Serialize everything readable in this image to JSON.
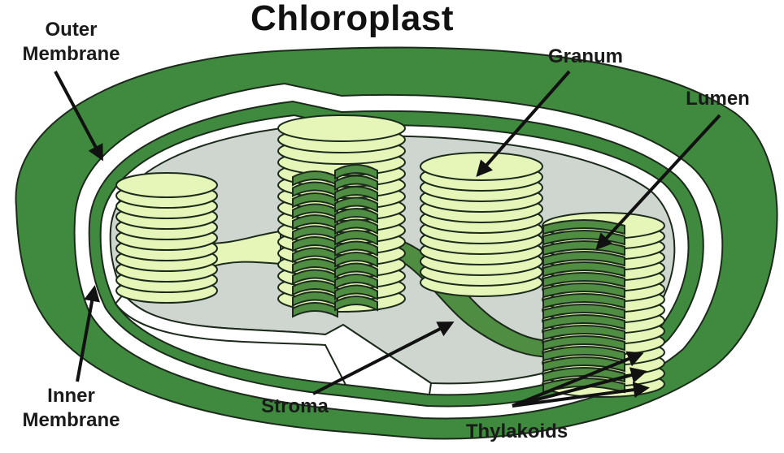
{
  "title": "Chloroplast",
  "labels": {
    "outer_membrane": "Outer\nMembrane",
    "inner_membrane": "Inner\nMembrane",
    "granum": "Granum",
    "lumen": "Lumen",
    "stroma": "Stroma",
    "thylakoids": "Thylakoids"
  },
  "colors": {
    "outer_membrane": "#3f8a3f",
    "membrane_outline": "#1c2a1c",
    "stroma": "#cfd6cf",
    "thylakoid_light": "#e6f6b8",
    "thylakoid_dark": "#4f8d42",
    "arrow": "#111111"
  }
}
